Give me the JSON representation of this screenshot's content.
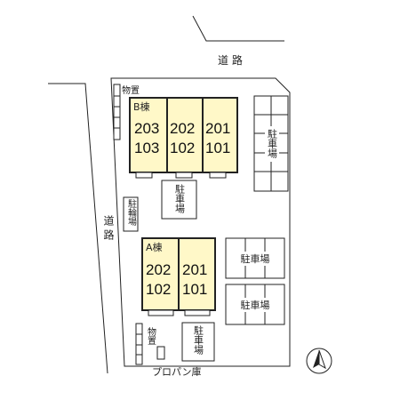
{
  "roads": {
    "top_label": "道 路",
    "left_label": "道 路"
  },
  "building_b": {
    "name": "B棟",
    "units": [
      [
        "203",
        "103"
      ],
      [
        "202",
        "102"
      ],
      [
        "201",
        "101"
      ]
    ]
  },
  "building_a": {
    "name": "A棟",
    "units": [
      [
        "202",
        "102"
      ],
      [
        "201",
        "101"
      ]
    ]
  },
  "parking": {
    "right_top": "駐車場",
    "center_b": "駐車場",
    "right_mid_1": "駐車場",
    "right_mid_2": "駐車場",
    "bottom_center": "駐車場"
  },
  "bike_parking": "駐輪場",
  "storage_top": "物置",
  "storage_bottom": "物置",
  "propane": "プロパン庫",
  "north_icon": "north-arrow-icon",
  "colors": {
    "building_fill": "#fff8c8",
    "line": "#222222"
  }
}
